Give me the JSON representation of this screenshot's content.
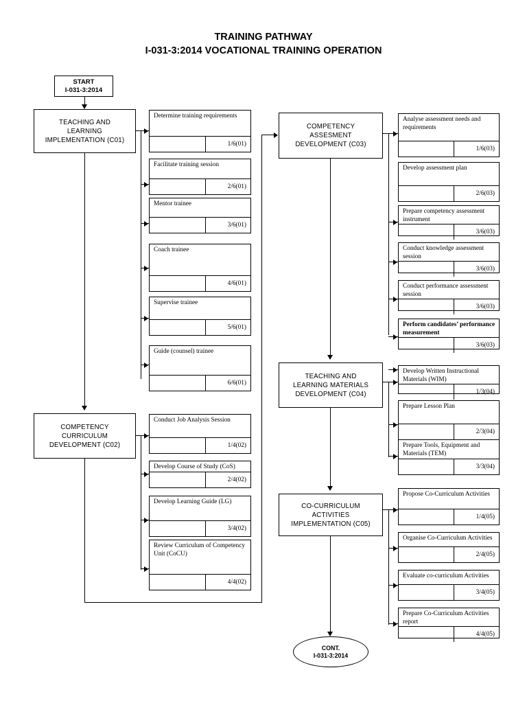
{
  "title": {
    "line1": "TRAINING PATHWAY",
    "line2": "I-031-3:2014 VOCATIONAL TRAINING OPERATION"
  },
  "start_node": {
    "label": "START",
    "code": "I-031-3:2014"
  },
  "end_node": {
    "label": "CONT.",
    "code": "I-031-3:2014"
  },
  "processes": {
    "c01": {
      "lines": [
        "TEACHING AND",
        "LEARNING",
        "IMPLEMENTATION (C01)"
      ]
    },
    "c02": {
      "lines": [
        "COMPETENCY",
        "CURRICULUM",
        "DEVELOPMENT (C02)"
      ]
    },
    "c03": {
      "lines": [
        "COMPETENCY",
        "ASSESMENT",
        "DEVELOPMENT (C03)"
      ]
    },
    "c04": {
      "lines": [
        "TEACHING AND",
        "LEARNING MATERIALS",
        "DEVELOPMENT (C04)"
      ]
    },
    "c05": {
      "lines": [
        "CO-CURRICULUM",
        "ACTIVITIES",
        "IMPLEMENTATION (C05)"
      ]
    }
  },
  "tasks": {
    "c01": [
      {
        "title": "Determine training requirements",
        "code": "1/6(01)"
      },
      {
        "title": "Facilitate training session",
        "code": "2/6(01)"
      },
      {
        "title": "Mentor trainee",
        "code": "3/6(01)"
      },
      {
        "title": "Coach trainee",
        "code": "4/6(01)"
      },
      {
        "title": "Supervise trainee",
        "code": "5/6(01)"
      },
      {
        "title": "Guide (counsel) trainee",
        "code": "6/6(01)"
      }
    ],
    "c02": [
      {
        "title": "Conduct Job Analysis Session",
        "code": "1/4(02)"
      },
      {
        "title": "Develop Course of Study (CoS)",
        "code": "2/4(02)"
      },
      {
        "title": "Develop Learning Guide (LG)",
        "code": "3/4(02)"
      },
      {
        "title": "Review Curriculum of Competency Unit (CoCU)",
        "code": "4/4(02)"
      }
    ],
    "c03": [
      {
        "title": "Analyse assessment needs and requirements",
        "code": "1/6(03)"
      },
      {
        "title": "Develop assessment plan",
        "code": "2/6(03)"
      },
      {
        "title": "Prepare competency assessment instrument",
        "code": "3/6(03)"
      },
      {
        "title": "Conduct knowledge assessment session",
        "code": "3/6(03)"
      },
      {
        "title": "Conduct performance assessment session",
        "code": "3/6(03)"
      },
      {
        "title": "Perform candidates’ performance measurement",
        "code": "3/6(03)"
      }
    ],
    "c04": [
      {
        "title": "Develop Written Instructional Materials (WIM)",
        "code": "1/3(04)"
      },
      {
        "title": "Prepare Lesson Plan",
        "code": "2/3(04)"
      },
      {
        "title": "Prepare Tools, Equipment and Materials (TEM)",
        "code": "3/3(04)"
      }
    ],
    "c05": [
      {
        "title": "Propose Co-Curriculum Activities",
        "code": "1/4(05)"
      },
      {
        "title": "Organise Co-Curriculum Activities",
        "code": "2/4(05)"
      },
      {
        "title": "Evaluate co-curriculum Activities",
        "code": "3/4(05)"
      },
      {
        "title": "Prepare Co-Curriculum Activities report",
        "code": "4/4(05)"
      }
    ]
  },
  "colors": {
    "stroke": "#000000",
    "background": "#ffffff"
  }
}
